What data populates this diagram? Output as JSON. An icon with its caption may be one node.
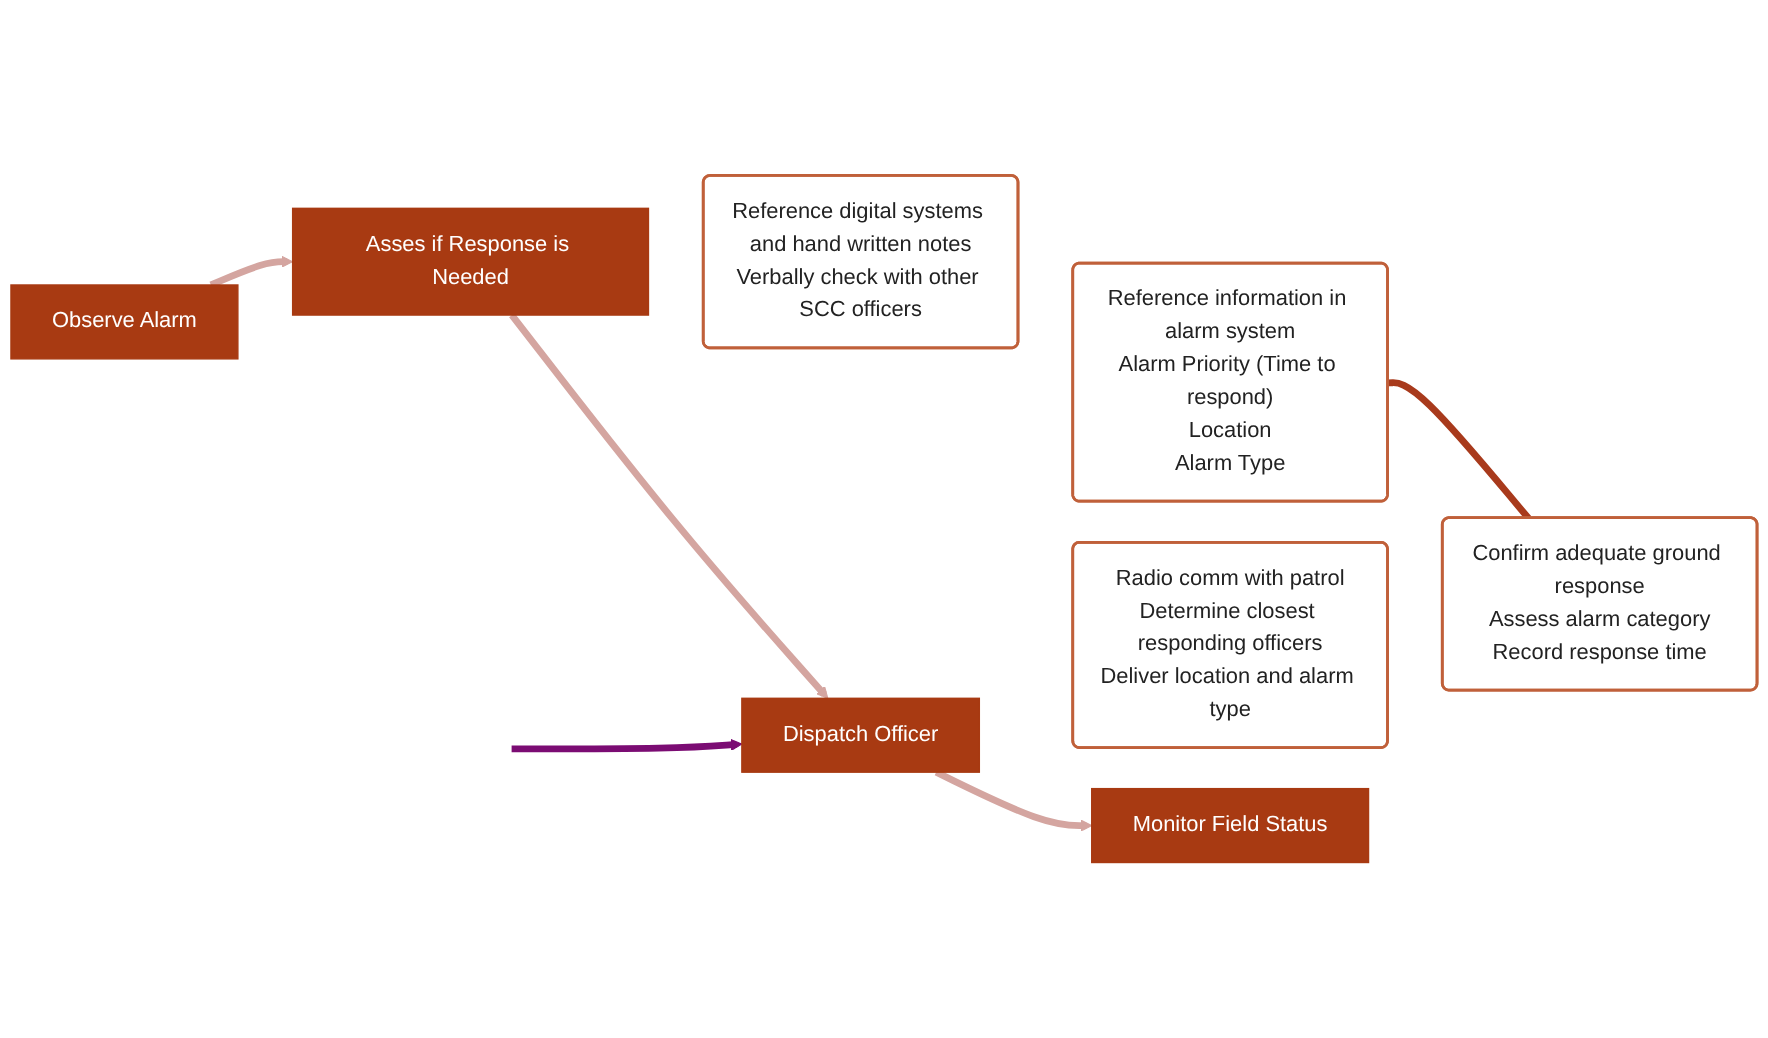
{
  "diagram": {
    "nodes": [
      {
        "text": [
          "Observe Alarm"
        ]
      },
      {
        "text": [
          "Reference information in alarm system",
          "Alarm Priority (Time to respond)",
          "Location",
          "Alarm Type"
        ]
      },
      {
        "text": [
          "Asses if Response is Needed"
        ]
      },
      {
        "text": [
          "Reference digital systems and hand written notes",
          "Verbally check with other SCC officers"
        ]
      },
      {
        "text": [
          "Dispatch Officer"
        ]
      },
      {
        "text": [
          "Radio comm with patrol",
          "Determine closest responding officers",
          "Deliver location and alarm type"
        ]
      },
      {
        "text": [
          "Monitor Field Status"
        ]
      },
      {
        "text": [
          "Confirm adequate ground response",
          "Assess alarm category",
          "Record response time"
        ]
      }
    ],
    "edges": [
      {
        "from": 0,
        "to": 2,
        "arrow": "to",
        "color": "#d4a5a0"
      },
      {
        "from": 2,
        "to": 4,
        "arrow": "to",
        "color": "#d4a5a0"
      },
      {
        "from": 4,
        "to": 6,
        "arrow": "to",
        "color": "#d4a5a0"
      },
      {
        "from": null,
        "to": 4,
        "arrow": "to",
        "color": "#7b0c73"
      },
      {
        "from": 1,
        "to": 7,
        "arrow": "none",
        "color": "#a83a1c"
      }
    ]
  }
}
